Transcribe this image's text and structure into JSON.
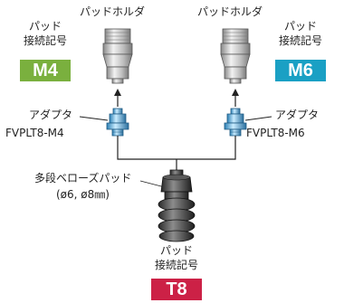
{
  "left_holder": {
    "title": "パッドホルダ",
    "code_label_1": "パッド",
    "code_label_2": "接続記号",
    "code": "M4",
    "color": "#7ab03e"
  },
  "right_holder": {
    "title": "パッドホルダ",
    "code_label_1": "パッド",
    "code_label_2": "接続記号",
    "code": "M6",
    "color": "#1aa0c4"
  },
  "left_adapter": {
    "label": "アダプタ",
    "model": "FVPLT8-M4"
  },
  "right_adapter": {
    "label": "アダプタ",
    "model": "FVPLT8-M6"
  },
  "pad": {
    "name": "多段ベローズパッド",
    "sizes": "(ø6, ø8㎜)"
  },
  "bottom": {
    "code_label_1": "パッド",
    "code_label_2": "接続記号",
    "code": "T8",
    "color": "#cc2146"
  }
}
